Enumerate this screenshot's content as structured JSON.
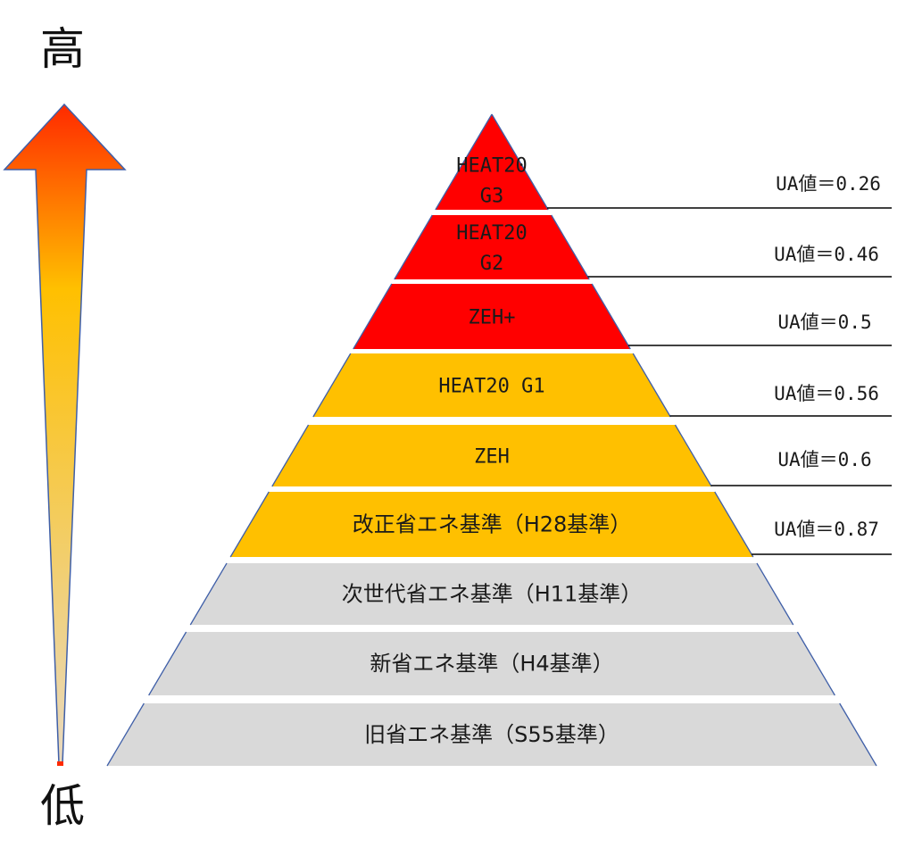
{
  "axis": {
    "high_label": "高",
    "low_label": "低"
  },
  "colors": {
    "arrow_top": "#ff2a00",
    "arrow_mid": "#ffc000",
    "arrow_bottom": "#e8d9c0",
    "tier_red": "#ff0000",
    "tier_amber": "#ffc000",
    "tier_gray": "#d9d9d9",
    "tier_outline": "#3f5fa8",
    "leader_line": "#000000"
  },
  "pyramid": {
    "tiers": [
      {
        "lines": [
          "HEAT20",
          "G3"
        ],
        "color": "red",
        "ua": "UA値＝0.26"
      },
      {
        "lines": [
          "HEAT20",
          "G2"
        ],
        "color": "red",
        "ua": "UA値＝0.46"
      },
      {
        "lines": [
          "ZEH+"
        ],
        "color": "red",
        "ua": "UA値＝0.5"
      },
      {
        "lines": [
          "HEAT20 G1"
        ],
        "color": "amber",
        "ua": "UA値＝0.56"
      },
      {
        "lines": [
          "ZEH"
        ],
        "color": "amber",
        "ua": "UA値＝0.6"
      },
      {
        "lines": [
          "改正省エネ基準（H28基準）"
        ],
        "color": "amber",
        "ua": "UA値＝0.87"
      },
      {
        "lines": [
          "次世代省エネ基準（H11基準）"
        ],
        "color": "gray",
        "ua": ""
      },
      {
        "lines": [
          "新省エネ基準（H4基準）"
        ],
        "color": "gray",
        "ua": ""
      },
      {
        "lines": [
          "旧省エネ基準（S55基準）"
        ],
        "color": "gray",
        "ua": ""
      }
    ]
  }
}
